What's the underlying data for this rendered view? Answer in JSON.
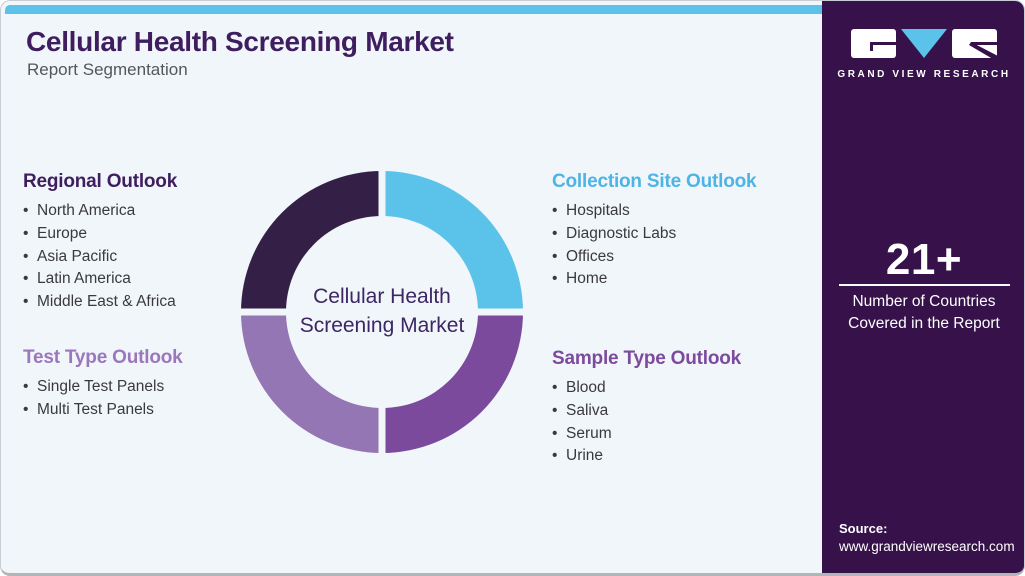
{
  "palette": {
    "background": "#f1f6fa",
    "accent_cyan": "#5bc2ea",
    "sidebar_purple": "#36114a",
    "title_purple": "#3e1e5f",
    "segment_dark": "#342047",
    "segment_blue": "#5bc2ea",
    "segment_purple": "#7b4a9c",
    "segment_lilac": "#9576b4"
  },
  "header": {
    "title": "Cellular Health Screening Market",
    "subtitle": "Report Segmentation"
  },
  "sections": [
    {
      "heading": "Regional Outlook",
      "items": [
        "North America",
        "Europe",
        "Asia Pacific",
        "Latin America",
        "Middle East & Africa"
      ]
    },
    {
      "heading": "Test Type Outlook",
      "items": [
        "Single Test Panels",
        "Multi Test Panels"
      ]
    },
    {
      "heading": "Collection Site Outlook",
      "items": [
        "Hospitals",
        "Diagnostic Labs",
        "Offices",
        "Home"
      ]
    },
    {
      "heading": "Sample Type Outlook",
      "items": [
        "Blood",
        "Saliva",
        "Serum",
        "Urine"
      ]
    }
  ],
  "donut": {
    "center_line1": "Cellular Health",
    "center_line2": "Screening Market",
    "segments": [
      {
        "name": "Regional Outlook",
        "position": "top-left",
        "color": "#342047"
      },
      {
        "name": "Collection Site Outlook",
        "position": "top-right",
        "color": "#5bc2ea"
      },
      {
        "name": "Sample Type Outlook",
        "position": "bottom-right",
        "color": "#7b4a9c"
      },
      {
        "name": "Test Type Outlook",
        "position": "bottom-left",
        "color": "#9576b4"
      }
    ]
  },
  "sidebar": {
    "brand": "GRAND VIEW RESEARCH",
    "stat_value": "21+",
    "stat_label_line1": "Number of Countries",
    "stat_label_line2": "Covered in the Report",
    "source_label": "Source:",
    "source_url": "www.grandviewresearch.com"
  }
}
